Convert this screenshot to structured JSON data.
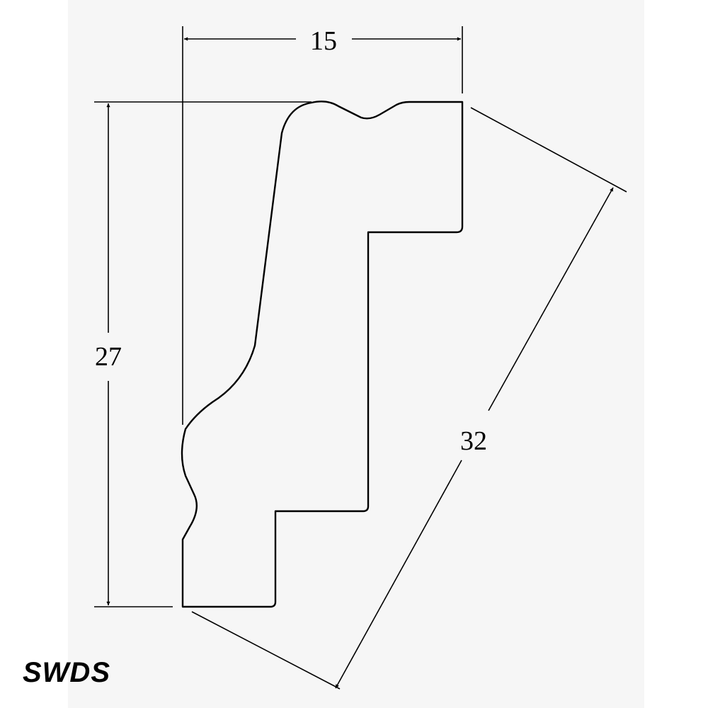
{
  "dimensions": {
    "width": "15",
    "height": "27",
    "diagonal": "32"
  },
  "brand": {
    "text": "SWDS"
  },
  "colors": {
    "line": "#000000",
    "background": "#ffffff",
    "panel": "#f6f6f6"
  }
}
